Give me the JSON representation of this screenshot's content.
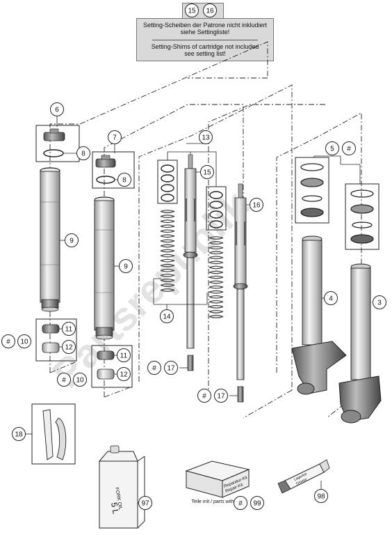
{
  "note": {
    "line_de_1": "Setting-Scheiben der Patrone nicht inkludiert",
    "line_de_2": "siehe Settingliste!",
    "line_en_1": "Setting-Shims of cartridge not included",
    "line_en_2": "see setting list!"
  },
  "callouts": {
    "c15top": "15",
    "c16top": "16",
    "c6": "6",
    "c8a": "8",
    "c9a": "9",
    "c7": "7",
    "c8b": "8",
    "c9b": "9",
    "c13": "13",
    "c15": "15",
    "c16": "16",
    "c5": "5",
    "c5hash": "#",
    "c4": "4",
    "c3": "3",
    "c14": "14",
    "c10a_hash": "#",
    "c10a": "10",
    "c11a": "11",
    "c12a": "12",
    "c10b_hash": "#",
    "c10b": "10",
    "c11b": "11",
    "c12b": "12",
    "c17a_hash": "#",
    "c17a": "17",
    "c17b_hash": "#",
    "c17b": "17",
    "c18": "18",
    "c97": "97",
    "c98": "98",
    "c99_hash": "#",
    "c99": "99"
  },
  "labels": {
    "fork_oil": "FORK OIL",
    "fork_oil_volume": "5 L",
    "repair_kit_de": "Reparatur-Kit",
    "repair_kit_en": "Repair-Kit",
    "parts_caption": "Teile mit / parts with",
    "tube_text_1": "Lagerfett",
    "tube_text_2": "Grease"
  },
  "watermark": "Partsrepublik",
  "colors": {
    "line": "#222222",
    "box_fill": "#d9d9d9",
    "watermark": "#cccccc"
  }
}
